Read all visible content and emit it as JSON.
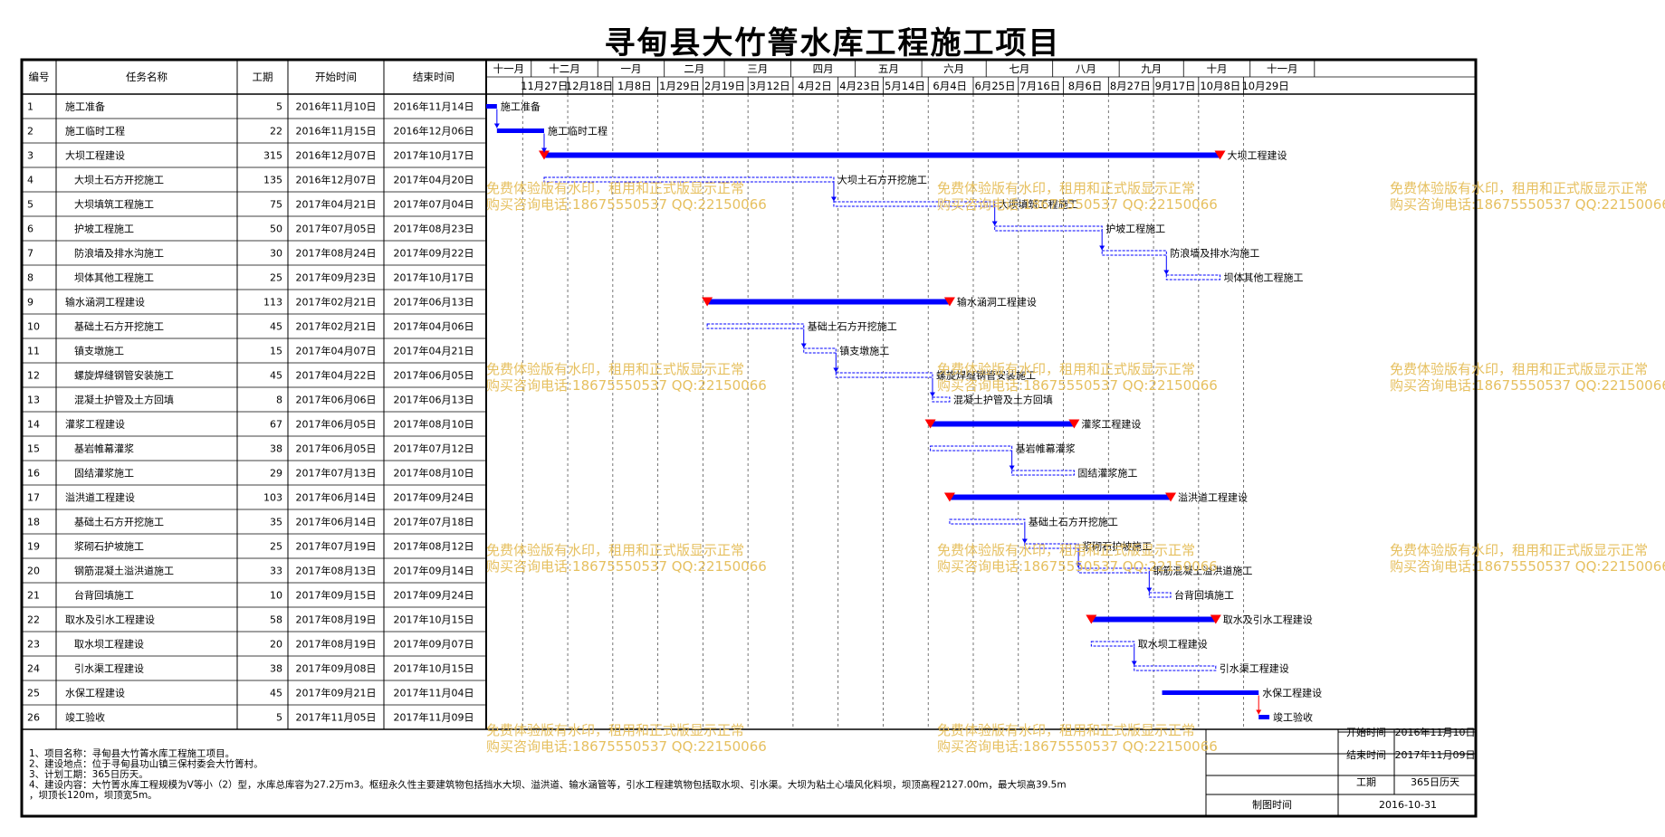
{
  "title": "寻甸县大竹箐水库工程施工项目",
  "table_headers": [
    "编号",
    "任务名称",
    "工期",
    "开始时间",
    "结束时间"
  ],
  "months": [
    "十一月",
    "十二月",
    "一月",
    "二月",
    "三月",
    "四月",
    "五月",
    "六月",
    "七月",
    "八月",
    "九月",
    "十月",
    "十一月"
  ],
  "weeks": [
    "11月27日",
    "12月18日",
    "1月8日",
    "1月29日",
    "2月19日",
    "3月12日",
    "4月2日",
    "4月23日",
    "5月14日",
    "6月4日",
    "6月25日",
    "7月16日",
    "8月6日",
    "8月27日",
    "9月17日",
    "10月8日",
    "10月29日"
  ],
  "tasks": [
    {
      "id": "1",
      "name": "施工准备",
      "duration": "5",
      "start": "2016年11月10日",
      "end": "2016年11月14日",
      "level": 0,
      "summary": false
    },
    {
      "id": "2",
      "name": "施工临时工程",
      "duration": "22",
      "start": "2016年11月15日",
      "end": "2016年12月06日",
      "level": 0,
      "summary": false
    },
    {
      "id": "3",
      "name": "大坝工程建设",
      "duration": "315",
      "start": "2016年12月07日",
      "end": "2017年10月17日",
      "level": 0,
      "summary": true
    },
    {
      "id": "4",
      "name": "大坝土石方开挖施工",
      "duration": "135",
      "start": "2016年12月07日",
      "end": "2017年04月20日",
      "level": 1,
      "summary": false
    },
    {
      "id": "5",
      "name": "大坝填筑工程施工",
      "duration": "75",
      "start": "2017年04月21日",
      "end": "2017年07月04日",
      "level": 1,
      "summary": false
    },
    {
      "id": "6",
      "name": "护坡工程施工",
      "duration": "50",
      "start": "2017年07月05日",
      "end": "2017年08月23日",
      "level": 1,
      "summary": false
    },
    {
      "id": "7",
      "name": "防浪墙及排水沟施工",
      "duration": "30",
      "start": "2017年08月24日",
      "end": "2017年09月22日",
      "level": 1,
      "summary": false
    },
    {
      "id": "8",
      "name": "坝体其他工程施工",
      "duration": "25",
      "start": "2017年09月23日",
      "end": "2017年10月17日",
      "level": 1,
      "summary": false
    },
    {
      "id": "9",
      "name": "输水涵洞工程建设",
      "duration": "113",
      "start": "2017年02月21日",
      "end": "2017年06月13日",
      "level": 0,
      "summary": true
    },
    {
      "id": "10",
      "name": "基础土石方开挖施工",
      "duration": "45",
      "start": "2017年02月21日",
      "end": "2017年04月06日",
      "level": 1,
      "summary": false
    },
    {
      "id": "11",
      "name": "镇支墩施工",
      "duration": "15",
      "start": "2017年04月07日",
      "end": "2017年04月21日",
      "level": 1,
      "summary": false
    },
    {
      "id": "12",
      "name": "螺旋焊缝钢管安装施工",
      "duration": "45",
      "start": "2017年04月22日",
      "end": "2017年06月05日",
      "level": 1,
      "summary": false
    },
    {
      "id": "13",
      "name": "混凝土护管及土方回填",
      "duration": "8",
      "start": "2017年06月06日",
      "end": "2017年06月13日",
      "level": 1,
      "summary": false
    },
    {
      "id": "14",
      "name": "灌浆工程建设",
      "duration": "67",
      "start": "2017年06月05日",
      "end": "2017年08月10日",
      "level": 0,
      "summary": true
    },
    {
      "id": "15",
      "name": "基岩帷幕灌浆",
      "duration": "38",
      "start": "2017年06月05日",
      "end": "2017年07月12日",
      "level": 1,
      "summary": false
    },
    {
      "id": "16",
      "name": "固结灌浆施工",
      "duration": "29",
      "start": "2017年07月13日",
      "end": "2017年08月10日",
      "level": 1,
      "summary": false
    },
    {
      "id": "17",
      "name": "溢洪道工程建设",
      "duration": "103",
      "start": "2017年06月14日",
      "end": "2017年09月24日",
      "level": 0,
      "summary": true
    },
    {
      "id": "18",
      "name": "基础土石方开挖施工",
      "duration": "35",
      "start": "2017年06月14日",
      "end": "2017年07月18日",
      "level": 1,
      "summary": false
    },
    {
      "id": "19",
      "name": "浆砌石护坡施工",
      "duration": "25",
      "start": "2017年07月19日",
      "end": "2017年08月12日",
      "level": 1,
      "summary": false
    },
    {
      "id": "20",
      "name": "钢筋混凝土溢洪道施工",
      "duration": "33",
      "start": "2017年08月13日",
      "end": "2017年09月14日",
      "level": 1,
      "summary": false
    },
    {
      "id": "21",
      "name": "台背回填施工",
      "duration": "10",
      "start": "2017年09月15日",
      "end": "2017年09月24日",
      "level": 1,
      "summary": false
    },
    {
      "id": "22",
      "name": "取水及引水工程建设",
      "duration": "58",
      "start": "2017年08月19日",
      "end": "2017年10月15日",
      "level": 0,
      "summary": true
    },
    {
      "id": "23",
      "name": "取水坝工程建设",
      "duration": "20",
      "start": "2017年08月19日",
      "end": "2017年09月07日",
      "level": 1,
      "summary": false
    },
    {
      "id": "24",
      "name": "引水渠工程建设",
      "duration": "38",
      "start": "2017年09月08日",
      "end": "2017年10月15日",
      "level": 1,
      "summary": false
    },
    {
      "id": "25",
      "name": "水保工程建设",
      "duration": "45",
      "start": "2017年09月21日",
      "end": "2017年11月04日",
      "level": 0,
      "summary": false
    },
    {
      "id": "26",
      "name": "竣工验收",
      "duration": "5",
      "start": "2017年11月05日",
      "end": "2017年11月09日",
      "level": 0,
      "summary": false
    }
  ],
  "bars": [
    {
      "task": 1,
      "start": 0,
      "end": 5,
      "style": "solid"
    },
    {
      "task": 2,
      "start": 5,
      "end": 27,
      "style": "solid"
    },
    {
      "task": 3,
      "start": 27,
      "end": 342,
      "style": "summary"
    },
    {
      "task": 4,
      "start": 27,
      "end": 162,
      "style": "dashed"
    },
    {
      "task": 5,
      "start": 162,
      "end": 237,
      "style": "dashed"
    },
    {
      "task": 6,
      "start": 237,
      "end": 287,
      "style": "dashed"
    },
    {
      "task": 7,
      "start": 287,
      "end": 317,
      "style": "dashed"
    },
    {
      "task": 8,
      "start": 317,
      "end": 342,
      "style": "dashed"
    },
    {
      "task": 9,
      "start": 103,
      "end": 216,
      "style": "summary"
    },
    {
      "task": 10,
      "start": 103,
      "end": 148,
      "style": "dashed"
    },
    {
      "task": 11,
      "start": 148,
      "end": 163,
      "style": "dashed"
    },
    {
      "task": 12,
      "start": 163,
      "end": 208,
      "style": "dashed"
    },
    {
      "task": 13,
      "start": 208,
      "end": 216,
      "style": "dashed"
    },
    {
      "task": 14,
      "start": 207,
      "end": 274,
      "style": "summary"
    },
    {
      "task": 15,
      "start": 207,
      "end": 245,
      "style": "dashed"
    },
    {
      "task": 16,
      "start": 245,
      "end": 274,
      "style": "dashed"
    },
    {
      "task": 17,
      "start": 216,
      "end": 319,
      "style": "summary"
    },
    {
      "task": 18,
      "start": 216,
      "end": 251,
      "style": "dashed"
    },
    {
      "task": 19,
      "start": 251,
      "end": 276,
      "style": "dashed"
    },
    {
      "task": 20,
      "start": 276,
      "end": 309,
      "style": "dashed"
    },
    {
      "task": 21,
      "start": 309,
      "end": 319,
      "style": "dashed"
    },
    {
      "task": 22,
      "start": 282,
      "end": 340,
      "style": "summary"
    },
    {
      "task": 23,
      "start": 282,
      "end": 302,
      "style": "dashed"
    },
    {
      "task": 24,
      "start": 302,
      "end": 340,
      "style": "dashed"
    },
    {
      "task": 25,
      "start": 315,
      "end": 360,
      "style": "solid"
    },
    {
      "task": 26,
      "start": 360,
      "end": 365,
      "style": "solid"
    }
  ],
  "notes": [
    "1、项目名称：寻甸县大竹箐水库工程施工项目。",
    "2、建设地点：位于寻甸县功山镇三保村委会大竹箐村。",
    "3、计划工期：365日历天。",
    "4、建设内容：大竹箐水库工程规模为Ⅴ等小（2）型，水库总库容为27.2万m3。枢纽永久性主要建筑物包括挡水大坝、溢洪道、输水涵管等，引水工程建筑物包括取水坝、引水渠。大坝为粘土心墙风化料坝，坝顶高程2127.00m，最大坝高39.5m",
    "，坝顶长120m，坝顶宽5m。"
  ],
  "info": {
    "start_label": "开始时间",
    "start_value": "2016年11月10日",
    "end_label": "结束时间",
    "end_value": "2017年11月09日",
    "duration_label": "工期",
    "duration_value": "365日历天",
    "made_label": "制图时间",
    "made_value": "2016-10-31"
  },
  "watermark": [
    "免费体验版有水印，租用和正式版显示正常",
    "购买咨询电话:18675550537 QQ:22150066"
  ],
  "colors": {
    "bar": "#0000ff",
    "milestone": "#ff0000",
    "watermark": "#e6c060",
    "border": "#000000"
  }
}
